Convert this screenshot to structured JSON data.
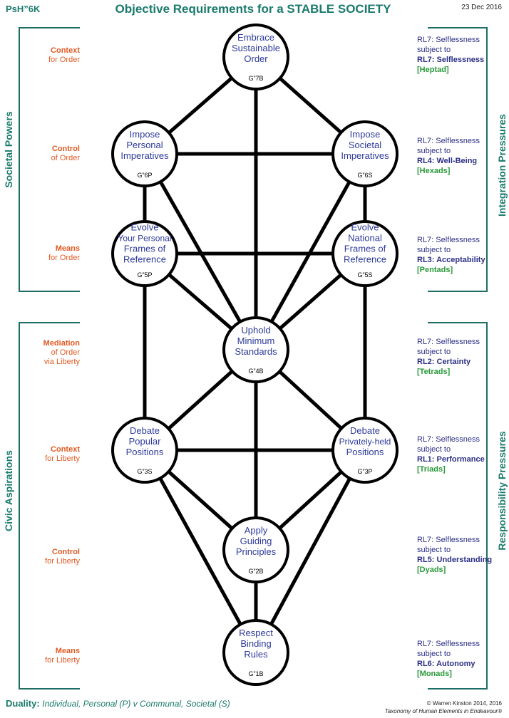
{
  "header": {
    "code": "PsH”6K",
    "title": "Objective Requirements for a STABLE SOCIETY",
    "date": "23 Dec 2016"
  },
  "side_labels": {
    "left_top": "Societal  Powers",
    "left_bottom": "Civic  Aspirations",
    "right_top": "Integration Pressures",
    "right_bottom": "Responsibility  Pressures"
  },
  "left_rows": [
    {
      "bold": "Context",
      "rest": "for Order"
    },
    {
      "bold": "Control",
      "rest": "of Order"
    },
    {
      "bold": "Means",
      "rest": "for Order"
    },
    {
      "bold": "Mediation",
      "rest": "of  Order",
      "rest2": "via Liberty"
    },
    {
      "bold": "Context",
      "rest": "for Liberty"
    },
    {
      "bold": "Control",
      "rest": "for Liberty"
    },
    {
      "bold": "Means",
      "rest": "for Liberty"
    }
  ],
  "right_rows": [
    {
      "l1": "RL7:  Selflessness",
      "l2": "subject to",
      "l3": "RL7:  Selflessness",
      "l4": "[Heptad]"
    },
    {
      "l1": "RL7:  Selflessness",
      "l2": "subject to",
      "l3": "RL4:  Well-Being",
      "l4": "[Hexads]"
    },
    {
      "l1": "RL7:  Selflessness",
      "l2": "subject to",
      "l3": "RL3:  Acceptability",
      "l4": "[Pentads]"
    },
    {
      "l1": "RL7:  Selflessness",
      "l2": "subject to",
      "l3": "RL2:  Certainty",
      "l4": "[Tetrads]"
    },
    {
      "l1": "RL7:  Selflessness",
      "l2": "subject to",
      "l3": "RL1:  Performance",
      "l4": "[Triads]"
    },
    {
      "l1": "RL7:  Selflessness",
      "l2": "subject to",
      "l3": "RL5: Understanding",
      "l4": "[Dyads]"
    },
    {
      "l1": "RL7:  Selflessness",
      "l2": "subject to",
      "l3": "RL6:  Autonomy",
      "l4": "[Monads]"
    }
  ],
  "nodes": [
    {
      "id": "g7",
      "lines": [
        "Embrace",
        "Sustainable",
        "Order"
      ],
      "code": "G”7B"
    },
    {
      "id": "g6p",
      "lines": [
        "Impose",
        "Personal",
        "Imperatives"
      ],
      "code": "G”6P"
    },
    {
      "id": "g6s",
      "lines": [
        "Impose",
        "Societal",
        "Imperatives"
      ],
      "code": "G”6S"
    },
    {
      "id": "g5p",
      "lines": [
        "Evolve",
        "Your Personal",
        "Frames of",
        "Reference"
      ],
      "code": "G”5P"
    },
    {
      "id": "g5s",
      "lines": [
        "Evolve",
        "National",
        "Frames of",
        "Reference"
      ],
      "code": "G”5S"
    },
    {
      "id": "g4",
      "lines": [
        "Uphold",
        "Minimum",
        "Standards"
      ],
      "code": "G”4B"
    },
    {
      "id": "g3s",
      "lines": [
        "Debate",
        "Popular",
        "Positions"
      ],
      "code": "G”3S"
    },
    {
      "id": "g3p",
      "lines": [
        "Debate",
        "Privately-held",
        "Positions"
      ],
      "code": "G”3P"
    },
    {
      "id": "g2",
      "lines": [
        "Apply",
        "Guiding",
        "Principles"
      ],
      "code": "G”2B"
    },
    {
      "id": "g1",
      "lines": [
        "Respect",
        "Binding",
        "Rules"
      ],
      "code": "G”1B"
    }
  ],
  "edges": [
    [
      "g7",
      "g6p"
    ],
    [
      "g7",
      "g6s"
    ],
    [
      "g7",
      "g4"
    ],
    [
      "g6p",
      "g6s"
    ],
    [
      "g6p",
      "g5p"
    ],
    [
      "g6p",
      "g4"
    ],
    [
      "g6s",
      "g5s"
    ],
    [
      "g6s",
      "g4"
    ],
    [
      "g5p",
      "g5s"
    ],
    [
      "g5p",
      "g4"
    ],
    [
      "g5p",
      "g3s"
    ],
    [
      "g5s",
      "g4"
    ],
    [
      "g5s",
      "g3p"
    ],
    [
      "g4",
      "g3s"
    ],
    [
      "g4",
      "g3p"
    ],
    [
      "g4",
      "g2"
    ],
    [
      "g3s",
      "g3p"
    ],
    [
      "g3s",
      "g2"
    ],
    [
      "g3s",
      "g1"
    ],
    [
      "g3p",
      "g2"
    ],
    [
      "g3p",
      "g1"
    ],
    [
      "g2",
      "g1"
    ]
  ],
  "footer": {
    "duality_label": "Duality:",
    "duality_text": "Individual, Personal (P)  v  Communal, Societal (S)",
    "credit1": "© Warren Kinston 2014, 2016",
    "credit2": "Taxonomy of Human Elements in Endeavour®"
  },
  "colors": {
    "teal": "#1a7a6c",
    "orange": "#e05a24",
    "navy": "#2b2f86",
    "green": "#2a9a3a",
    "node_text": "#2d3a9a"
  }
}
